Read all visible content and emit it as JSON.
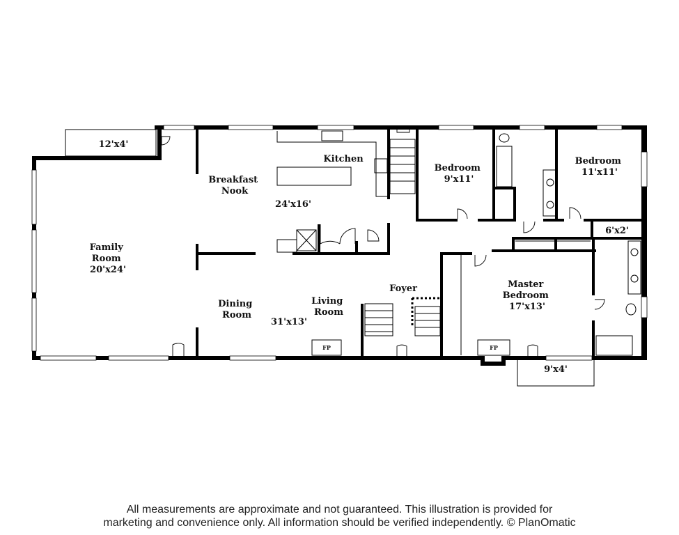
{
  "rooms": {
    "family": [
      "Family",
      "Room",
      "20'x24'"
    ],
    "breakfast": [
      "Breakfast",
      "Nook"
    ],
    "kitchen": "Kitchen",
    "kitchen_dim": "24'x16'",
    "dining": [
      "Dining",
      "Room"
    ],
    "living": [
      "Living",
      "Room"
    ],
    "living_dim": "31'x13'",
    "foyer": "Foyer",
    "bedroom1": [
      "Bedroom",
      "9'x11'"
    ],
    "bedroom2": [
      "Bedroom",
      "11'x11'"
    ],
    "master": [
      "Master",
      "Bedroom",
      "17'x13'"
    ],
    "deck_top": "12'x4'",
    "closet": "6'x2'",
    "porch": "9'x4'",
    "fireplace": "FP"
  },
  "disclaimer": {
    "line1": "All measurements are approximate and not guaranteed. This illustration is provided for",
    "line2": "marketing and convenience only. All information should be verified independently. © PlanOmatic"
  }
}
